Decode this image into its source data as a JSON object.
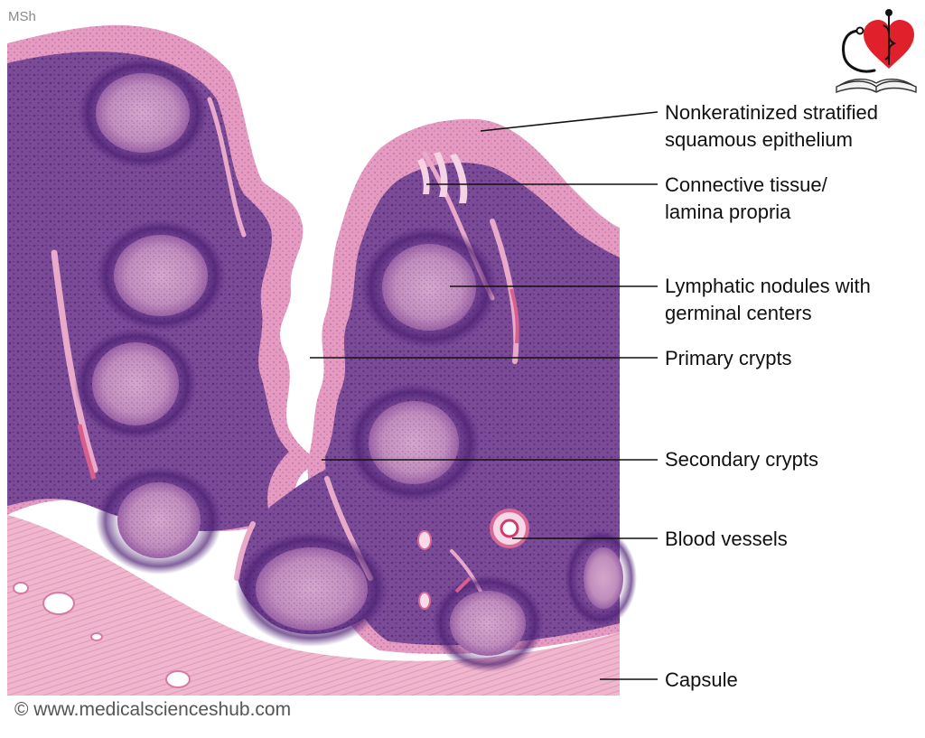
{
  "corner_tag": "MSh",
  "copyright": "© www.medicalscienceshub.com",
  "labels": [
    {
      "id": "epithelium",
      "line1": "Nonkeratinized stratified",
      "line2": "squamous epithelium"
    },
    {
      "id": "connective",
      "line1": "Connective tissue/",
      "line2": "lamina propria"
    },
    {
      "id": "nodules",
      "line1": "Lymphatic nodules with",
      "line2": "germinal centers"
    },
    {
      "id": "primary",
      "line1": "Primary crypts",
      "line2": ""
    },
    {
      "id": "secondary",
      "line1": "Secondary crypts",
      "line2": ""
    },
    {
      "id": "vessels",
      "line1": "Blood vessels",
      "line2": ""
    },
    {
      "id": "capsule",
      "line1": "Capsule",
      "line2": ""
    }
  ],
  "colors": {
    "lymphoid": "#7a4a97",
    "lymphoid_dark": "#5c2f80",
    "germinal": "#c89ac4",
    "epithelium": "#e59ac0",
    "capsule": "#efb8cf",
    "logo_heart": "#e0202a"
  }
}
